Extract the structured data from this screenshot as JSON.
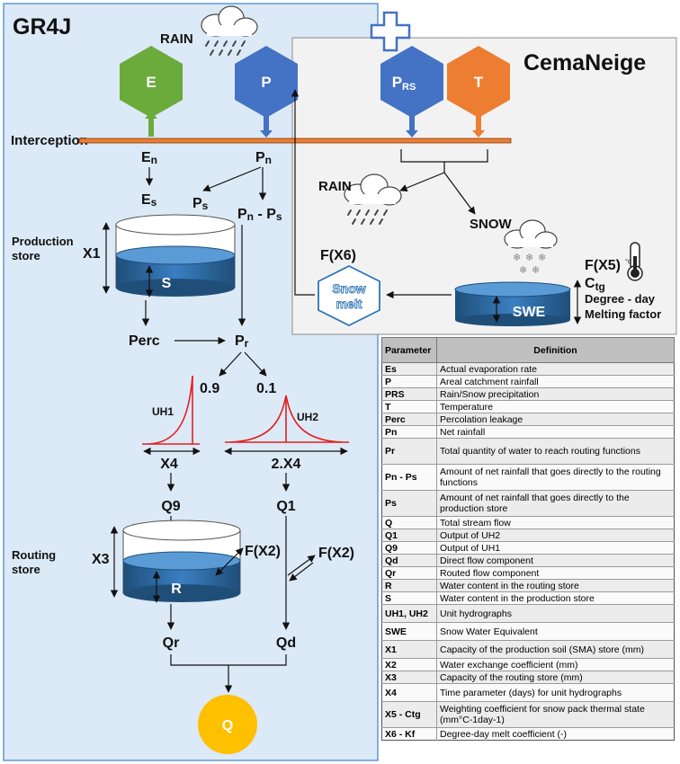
{
  "titles": {
    "gr4j": "GR4J",
    "cemaneige": "CemaNeige"
  },
  "inputs": {
    "rain": "RAIN",
    "e": "E",
    "p": "P",
    "prs": "P",
    "prs_sub": "RS",
    "t": "T"
  },
  "interception": "Interception",
  "flux": {
    "en": "E",
    "en_sub": "n",
    "pn": "P",
    "pn_sub": "n",
    "es": "E",
    "es_sub": "s",
    "ps": "P",
    "ps_sub": "s",
    "pnps_a": "P",
    "pnps_a_sub": "n",
    "pnps_mid": " - P",
    "pnps_b_sub": "s",
    "perc": "Perc",
    "pr": "P",
    "pr_sub": "r",
    "split_09": "0.9",
    "split_01": "0.1",
    "uh1": "UH1",
    "uh2": "UH2",
    "x4": "X4",
    "x4_2": "2.X4",
    "q9": "Q9",
    "q1": "Q1",
    "qr": "Qr",
    "qd": "Qd",
    "q": "Q",
    "fx2_a": "F(X2)",
    "fx2_b": "F(X2)"
  },
  "stores": {
    "production_l1": "Production",
    "production_l2": "store",
    "x1": "X1",
    "s": "S",
    "routing_l1": "Routing",
    "routing_l2": "store",
    "x3": "X3",
    "r": "R"
  },
  "snow": {
    "rain": "RAIN",
    "snow": "SNOW",
    "fx6": "F(X6)",
    "melt_l1": "Snow",
    "melt_l2": "melt",
    "swe": "SWE",
    "fx5": "F(X5)",
    "deg": "°c",
    "ctg": "C",
    "ctg_sub": "tg",
    "degree_day": "Degree - day",
    "melting_factor": "Melting factor"
  },
  "colors": {
    "gr4j_bg": "#dce9f6",
    "cema_bg": "#f2f2f2",
    "green": "#6bab3c",
    "blue": "#4472c4",
    "orange": "#ed7d31",
    "yellow": "#ffc000",
    "store": "#2e75b6",
    "uh_red": "#e02020"
  },
  "table": {
    "header": {
      "param": "Parameter",
      "def": "Definition"
    },
    "rows": [
      {
        "p": "Es",
        "d": "Actual evaporation rate"
      },
      {
        "p": "P",
        "d": "Areal catchment rainfall"
      },
      {
        "p": "PRS",
        "d": "Rain/Snow precipitation"
      },
      {
        "p": "T",
        "d": "Temperature"
      },
      {
        "p": "Perc",
        "d": "Percolation leakage"
      },
      {
        "p": "Pn",
        "d": "Net rainfall"
      },
      {
        "p": "Pr",
        "d": "Total quantity of water to reach routing functions"
      },
      {
        "p": "Pn - Ps",
        "d": "Amount of net rainfall that goes directly to the routing functions"
      },
      {
        "p": "Ps",
        "d": "Amount of net rainfall that goes directly to the production store"
      },
      {
        "p": "Q",
        "d": "Total stream flow"
      },
      {
        "p": "Q1",
        "d": "Output of UH2"
      },
      {
        "p": "Q9",
        "d": "Output of UH1"
      },
      {
        "p": "Qd",
        "d": "Direct flow component"
      },
      {
        "p": "Qr",
        "d": "Routed flow component"
      },
      {
        "p": "R",
        "d": "Water content in the routing store"
      },
      {
        "p": "S",
        "d": "Water content in the production store"
      },
      {
        "p": "UH1, UH2",
        "d": "Unit hydrographs"
      },
      {
        "p": "SWE",
        "d": "Snow Water Equivalent"
      },
      {
        "p": "X1",
        "d": "Capacity of the production soil (SMA) store (mm)"
      },
      {
        "p": "X2",
        "d": "Water exchange coefficient (mm)"
      },
      {
        "p": "X3",
        "d": "Capacity of the routing store (mm)"
      },
      {
        "p": "X4",
        "d": "Time parameter (days) for unit hydrographs"
      },
      {
        "p": "X5 - Ctg",
        "d": "Weighting coefficient for snow pack thermal state (mm°C-1day-1)"
      },
      {
        "p": "X6 - Kf",
        "d": "Degree-day melt coefficient (-)"
      }
    ]
  }
}
